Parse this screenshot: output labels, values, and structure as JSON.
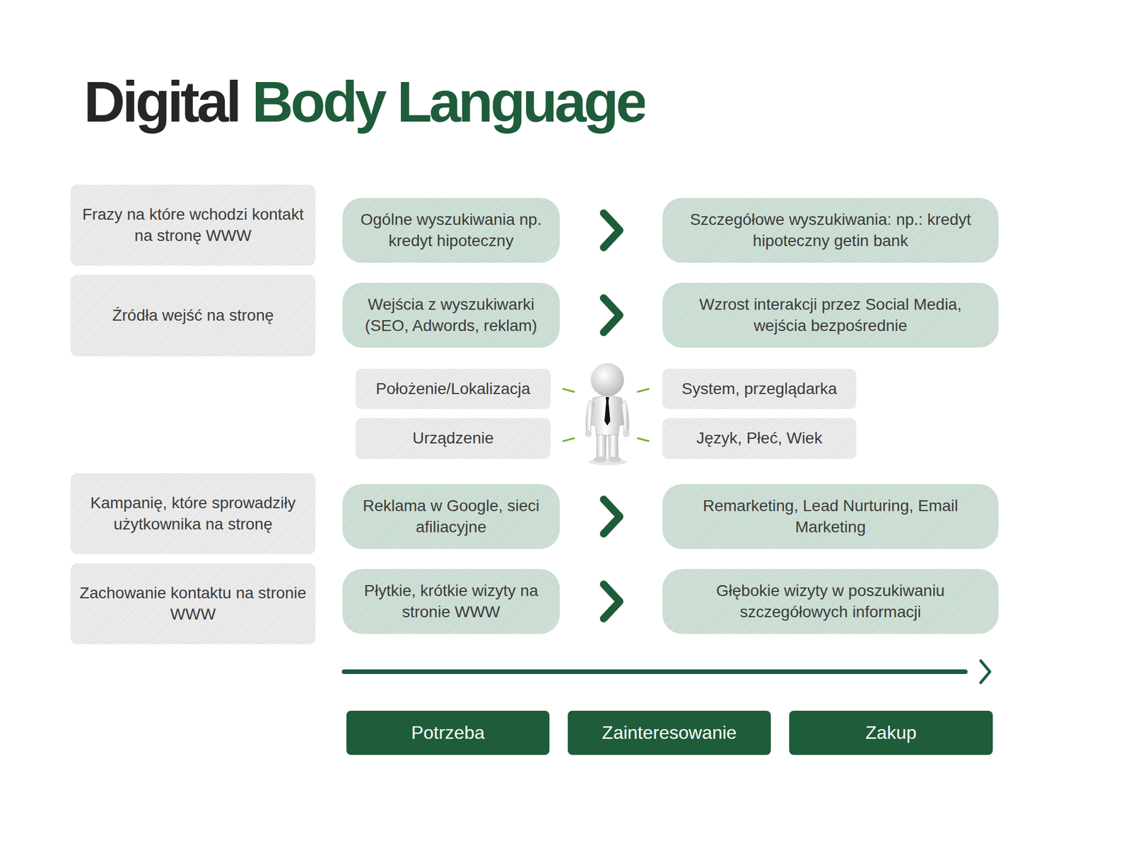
{
  "diagram": {
    "title": "Digital Body Language",
    "nodes": [
      {
        "text": [
          "Frazy na które wchodzi kontakt na stronę WWW"
        ]
      },
      {
        "text": [
          "Ogólne wyszukiwania np. kredyt hipoteczny"
        ]
      },
      {
        "text": [
          "Szczegółowe wyszukiwania: np.: kredyt hipoteczny getin bank"
        ]
      },
      {
        "text": [
          "Źródła wejść na stronę"
        ]
      },
      {
        "text": [
          "Wejścia z wyszukiwarki (SEO, Adwords, reklam)"
        ]
      },
      {
        "text": [
          "Wzrost interakcji przez Social Media, wejścia bezpośrednie"
        ]
      },
      {
        "text": [
          "Położenie/Lokalizacja"
        ]
      },
      {
        "text": [
          "System, przeglądarka"
        ]
      },
      {
        "text": [
          "Urządzenie"
        ]
      },
      {
        "text": [
          "Język, Płeć, Wiek"
        ]
      },
      {
        "text": [
          "Kampanię, które sprowadziły użytkownika na stronę"
        ]
      },
      {
        "text": [
          "Reklama w Google, sieci afiliacyjne"
        ]
      },
      {
        "text": [
          "Remarketing, Lead Nurturing, Email Marketing"
        ]
      },
      {
        "text": [
          "Zachowanie kontaktu na stronie WWW"
        ]
      },
      {
        "text": [
          "Płytkie, krótkie wizyty na stronie WWW"
        ]
      },
      {
        "text": [
          "Głębokie wizyty w poszukiwaniu szczegółowych informacji"
        ]
      },
      {
        "text": [
          "Potrzeba"
        ]
      },
      {
        "text": [
          "Zainteresowanie"
        ]
      },
      {
        "text": [
          "Zakup"
        ]
      }
    ],
    "edges": [
      {
        "from": 1,
        "to": 2,
        "arrow": "to"
      },
      {
        "from": 4,
        "to": 5,
        "arrow": "to"
      },
      {
        "from": 11,
        "to": 12,
        "arrow": "to"
      },
      {
        "from": 14,
        "to": 15,
        "arrow": "to"
      }
    ]
  }
}
